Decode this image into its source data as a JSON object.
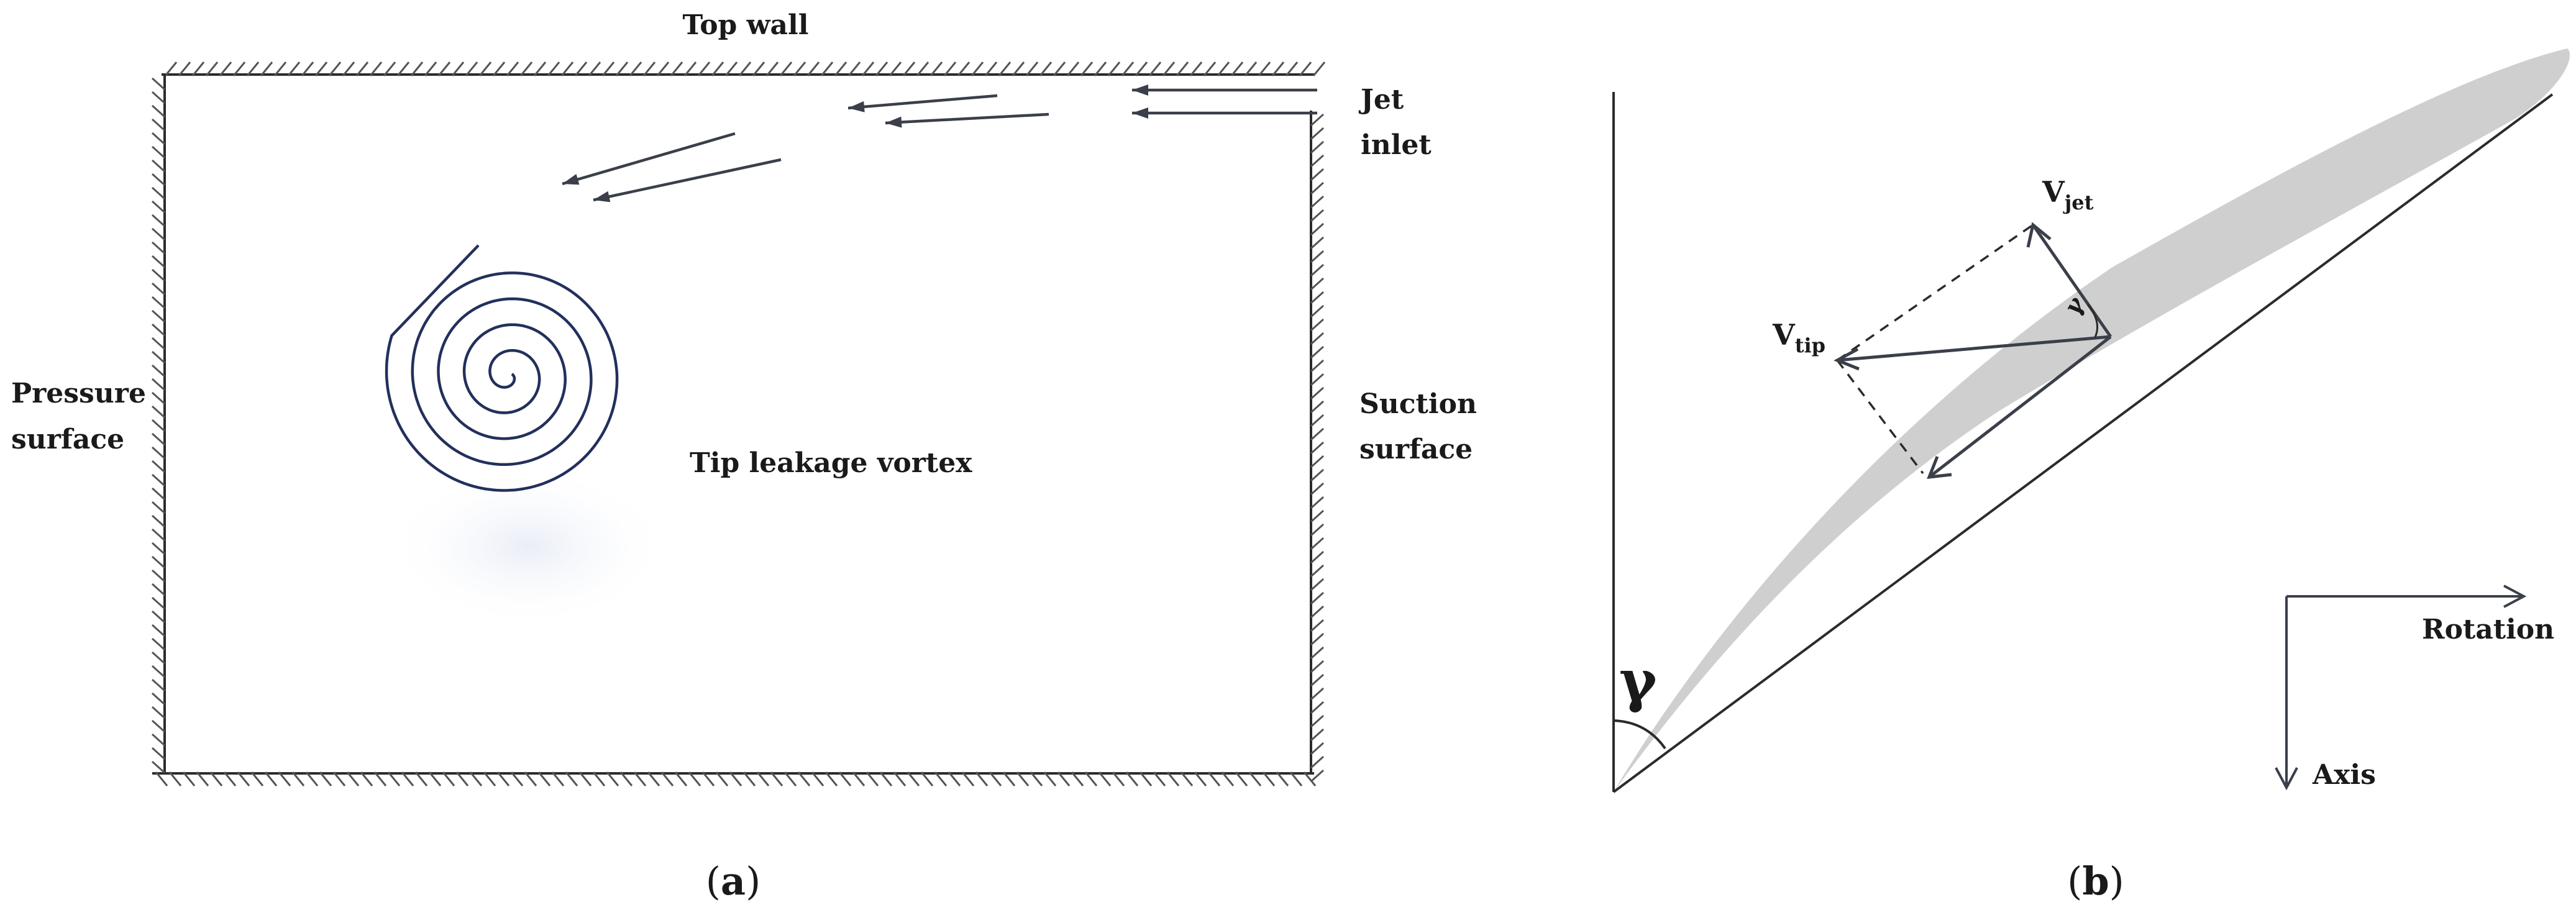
{
  "panel_a": {
    "caption": {
      "open": "(",
      "letter": "a",
      "close": ")"
    },
    "labels": {
      "top_wall": "Top wall",
      "jet_line1": "Jet",
      "jet_line2": "inlet",
      "pressure_line1": "Pressure",
      "pressure_line2": "surface",
      "suction_line1": "Suction",
      "suction_line2": "surface",
      "vortex": "Tip leakage vortex"
    }
  },
  "panel_b": {
    "caption": {
      "open": "(",
      "letter": "b",
      "close": ")"
    },
    "labels": {
      "v_jet_main": "V",
      "v_jet_sub": "jet",
      "v_tip_main": "V",
      "v_tip_sub": "tip",
      "gamma_large": "γ",
      "gamma_small": "γ",
      "rotation": "Rotation",
      "axis": "Axis"
    }
  },
  "colors": {
    "line": "#2b2b2b",
    "arrow": "#3a3f4a",
    "spiral": "#23305c",
    "blade": "#cfcfcf",
    "hatch": "#555555"
  }
}
